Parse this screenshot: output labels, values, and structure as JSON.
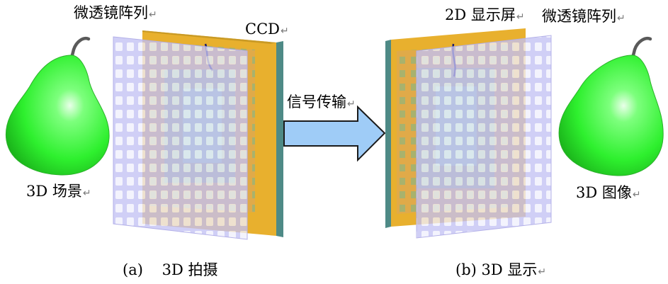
{
  "labels": {
    "microlens_left": "微透镜阵列",
    "ccd": "CCD",
    "scene_3d": "3D 场景",
    "signal_transfer": "信号传输",
    "display_2d": "2D 显示屏",
    "microlens_right": "微透镜阵列",
    "image_3d": "3D 图像",
    "caption_a": "(a)    3D 拍摄",
    "caption_b": "(b) 3D 显示",
    "return_mark": "↵"
  },
  "colors": {
    "pear_green": "#33ff33",
    "pear_highlight": "#ccffcc",
    "pear_shadow": "#1a9e1a",
    "stem": "#555555",
    "ccd_panel": "#e8b02e",
    "ccd_edge": "#4e8a86",
    "lens_array": "#c6c4f0",
    "lens_cell": "#ecebff",
    "arrow_fill": "#9fccf7",
    "arrow_stroke": "#1b1b1b"
  },
  "icons": {
    "scene_object": "pear",
    "transfer": "right-arrow"
  }
}
